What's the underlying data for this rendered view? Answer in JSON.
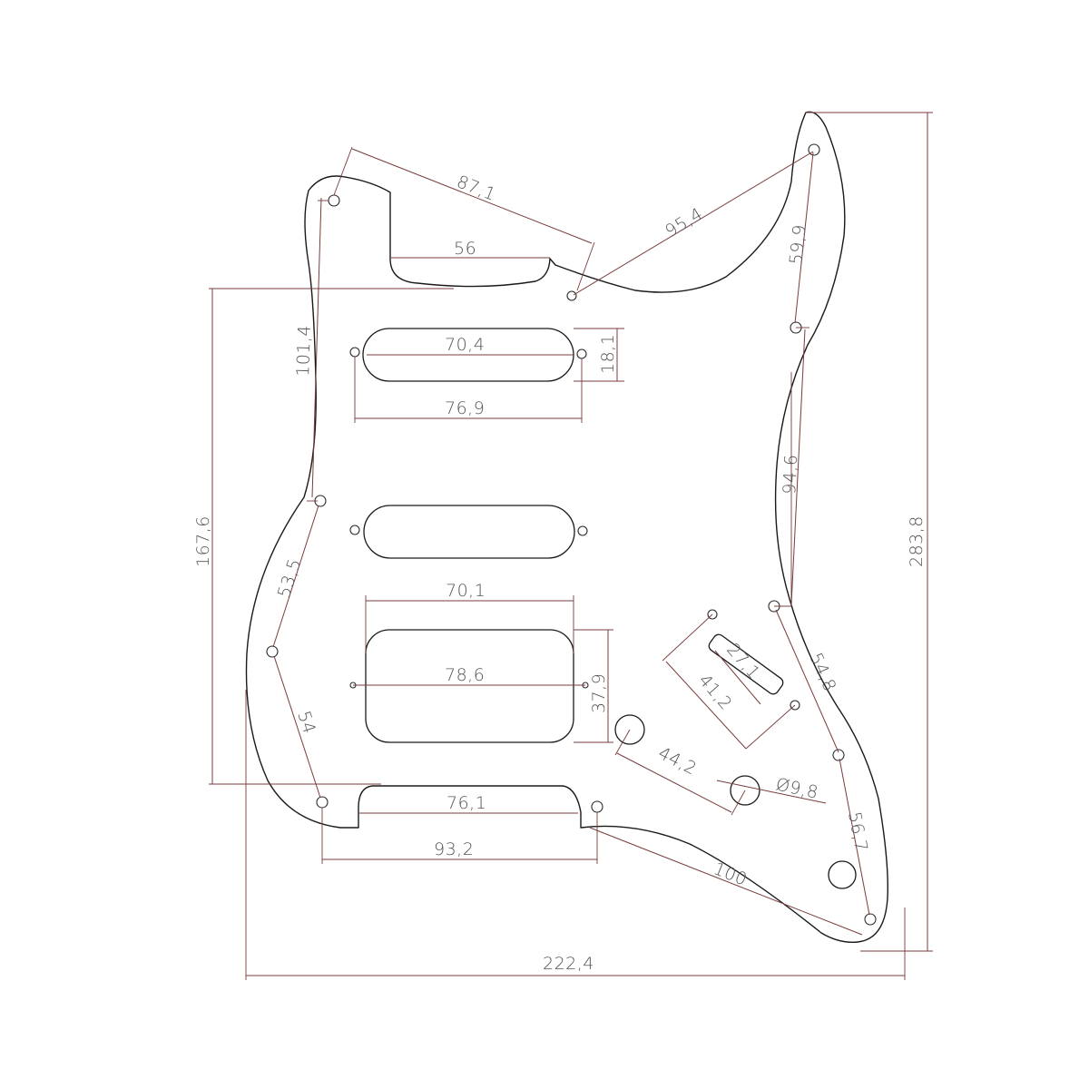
{
  "drawing": {
    "subject": "Guitar pickguard (HSS) technical drawing",
    "units": "mm",
    "colors": {
      "outline": "#1a1a1a",
      "dimension": "#7a3c3c",
      "label": "#555555",
      "background": "#ffffff"
    }
  },
  "dimensions": {
    "overall_width": "222,4",
    "overall_height": "283,8",
    "left_height": "167,6",
    "neck_hole_span": "87,1",
    "neck_pocket_width": "56",
    "upper_horn_span": "95,4",
    "upper_horn_hole_gap": "59,9",
    "left_edge_span": "101,4",
    "right_edge_span": "94,6",
    "neck_pickup_length": "70,4",
    "neck_pickup_height": "18,1",
    "neck_pickup_screw_span": "76,9",
    "bridge_humbucker_width": "70,1",
    "bridge_humbucker_screw_span": "78,6",
    "bridge_humbucker_height": "37,9",
    "switch_slot_length": "27,1",
    "switch_screw_span": "41,2",
    "lower_right_span": "54,8",
    "knob_spacing": "44,2",
    "knob_hole_diameter": "Ø9,8",
    "lower_left_span_1": "53,5",
    "lower_left_span_2": "54",
    "tremolo_cutout_width": "76,1",
    "tremolo_screw_span": "93,2",
    "bottom_diagonal": "100",
    "bottom_right_span": "56,7"
  }
}
